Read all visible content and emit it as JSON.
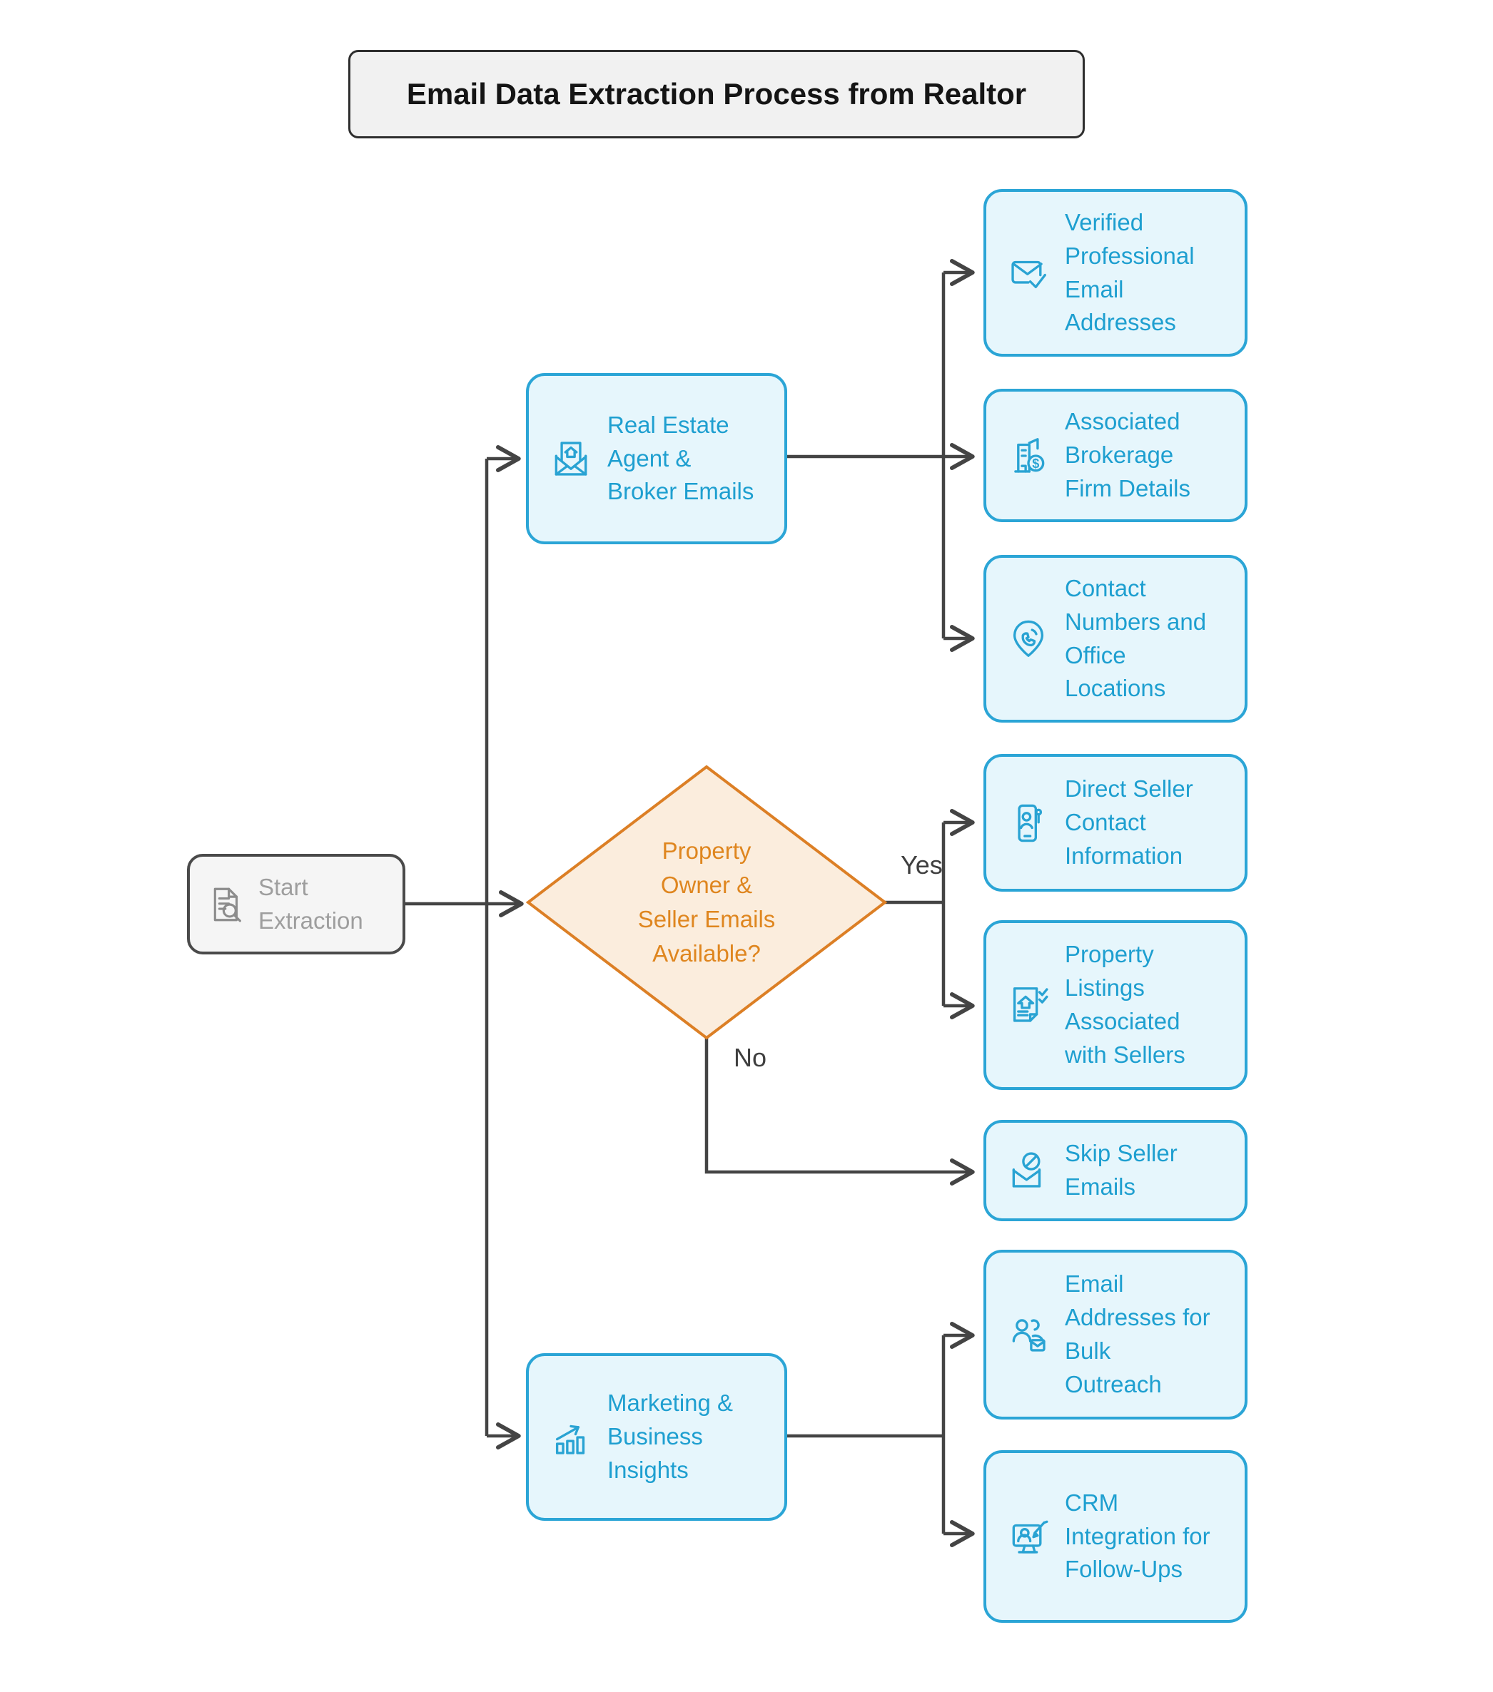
{
  "diagram": {
    "title": "Email Data Extraction Process from Realtor",
    "edge_labels": {
      "yes": "Yes",
      "no": "No"
    },
    "colors": {
      "blue_border": "#2BA5D6",
      "blue_fill": "#E6F6FC",
      "blue_text": "#1E9FD0",
      "orange_border": "#DC7F25",
      "orange_fill": "#FBEDDD",
      "orange_text": "#DF861F",
      "connector": "#444444",
      "start_border": "#4A4A4A",
      "start_fill": "#F5F5F5",
      "start_text": "#9E9E9E",
      "title_fill": "#F1F1F1",
      "title_border": "#2E2E2E"
    },
    "nodes": {
      "start": {
        "label": "Start Extraction",
        "icon": "document-search-icon"
      },
      "agent": {
        "label": "Real Estate Agent & Broker Emails",
        "icon": "envelope-house-icon"
      },
      "decision": {
        "label": "Property Owner & Seller Emails Available?"
      },
      "marketing": {
        "label": "Marketing & Business Insights",
        "icon": "growth-chart-icon"
      },
      "verified": {
        "label": "Verified Professional Email Addresses",
        "icon": "envelope-check-icon"
      },
      "brokerage": {
        "label": "Associated Brokerage Firm Details",
        "icon": "building-dollar-icon"
      },
      "contact": {
        "label": "Contact Numbers and Office Locations",
        "icon": "phone-location-icon"
      },
      "seller_contact": {
        "label": "Direct Seller Contact Information",
        "icon": "phone-person-icon"
      },
      "listings": {
        "label": "Property Listings Associated with Sellers",
        "icon": "listing-checklist-icon"
      },
      "skip": {
        "label": "Skip Seller Emails",
        "icon": "envelope-blocked-icon"
      },
      "bulk": {
        "label": "Email Addresses for Bulk Outreach",
        "icon": "people-envelope-icon"
      },
      "crm": {
        "label": "CRM Integration for Follow-Ups",
        "icon": "crm-monitor-icon"
      }
    }
  }
}
